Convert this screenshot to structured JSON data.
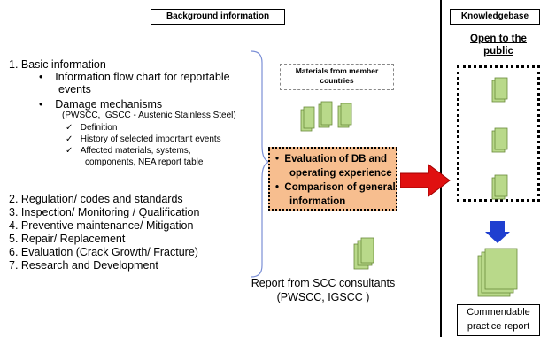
{
  "header": {
    "background": "Background information",
    "knowledgebase": "Knowledgebase"
  },
  "open_public": [
    "Open to the",
    "public"
  ],
  "list": {
    "item1": "1.   Basic information",
    "item1_b1": "Information flow chart for reportable",
    "item1_b1_cont": "events",
    "item1_b2": "Damage mechanisms",
    "item1_b2_sub": "(PWSCC, IGSCC - Austenic Stainless Steel)",
    "checks": [
      "Definition",
      "History of selected important events",
      "Affected materials, systems,",
      "components, NEA report table"
    ],
    "items": [
      "2.   Regulation/ codes and standards",
      "3.   Inspection/ Monitoring / Qualification",
      "4.   Preventive maintenance/ Mitigation",
      "5.   Repair/ Replacement",
      "6.   Evaluation (Crack Growth/ Fracture)",
      "7.   Research and Development"
    ]
  },
  "materials_box": [
    "Materials from member",
    "countries"
  ],
  "eval_box": [
    "Evaluation of DB and",
    "operating experience",
    "Comparison of general",
    "information"
  ],
  "report": [
    "Report from SCC consultants",
    "(PWSCC, IGSCC )"
  ],
  "commendable": [
    "Commendable",
    "practice report"
  ],
  "colors": {
    "eval_fill": "#f7be8f",
    "arrow_red": "#e01010",
    "arrow_blue": "#1f3fd0",
    "doc_green": "#b9d98a"
  }
}
